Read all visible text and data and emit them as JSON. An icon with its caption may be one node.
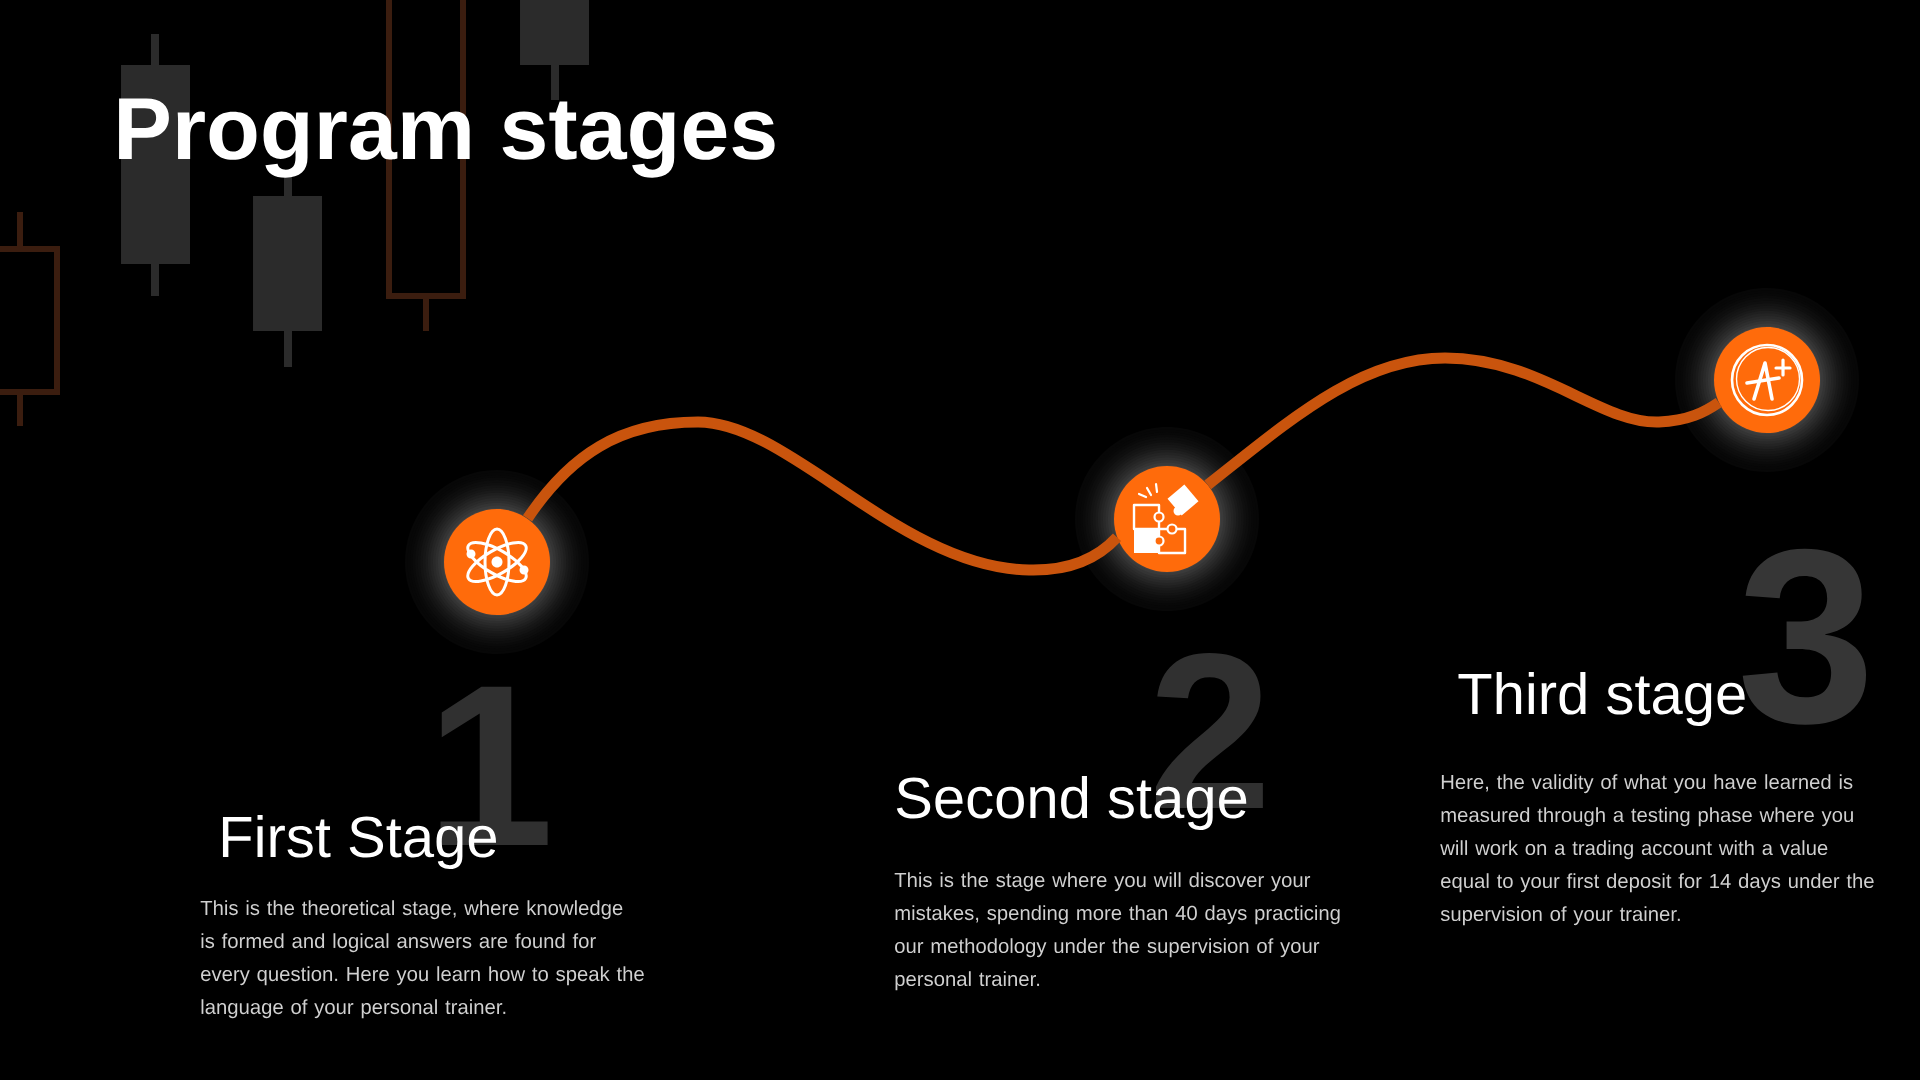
{
  "diagram": {
    "title": "Program stages",
    "nodes": [
      {
        "text": [],
        "shape": "circle",
        "beside": [
          "1",
          "First Stage",
          "This is the theoretical stage, where knowledge is formed and logical answers are found for every question. Here you learn how to speak the language of your personal trainer."
        ]
      },
      {
        "text": [],
        "shape": "circle",
        "beside": [
          "2",
          "Second stage",
          "This is the stage where you will discover your mistakes, spending more than 40 days practicing our methodology under the supervision of your personal trainer."
        ]
      },
      {
        "text": [],
        "shape": "circle",
        "beside": [
          "3",
          "Third stage",
          "Here, the validity of what you have learned is measured through a testing phase where you will work on a trading account with a value equal to your first deposit for 14 days under the supervision of your trainer."
        ]
      }
    ],
    "edges": [
      {
        "from": 0,
        "to": 1,
        "arrow": "none"
      },
      {
        "from": 1,
        "to": 2,
        "arrow": "none"
      }
    ]
  }
}
